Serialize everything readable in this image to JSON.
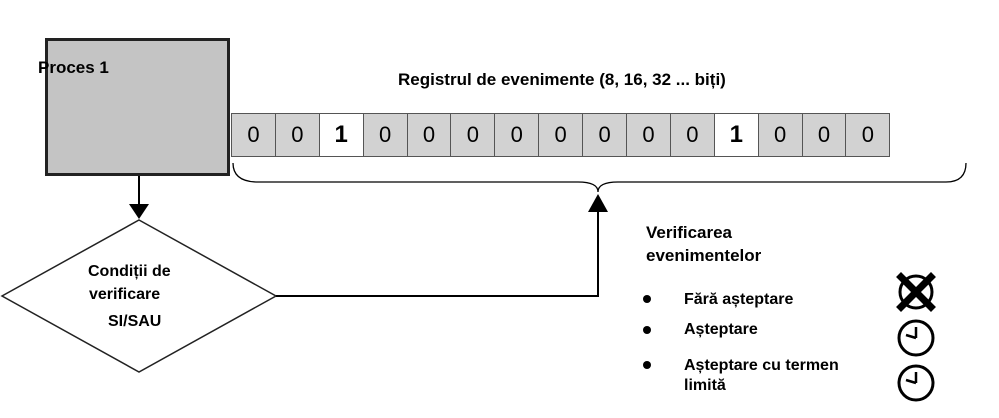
{
  "process": {
    "label": "Proces 1"
  },
  "register": {
    "title": "Registrul de evenimente (8, 16, 32 ... biți)",
    "bits": [
      "0",
      "0",
      "1",
      "0",
      "0",
      "0",
      "0",
      "0",
      "0",
      "0",
      "0",
      "1",
      "0",
      "0",
      "0"
    ]
  },
  "condition": {
    "line1": "Condiții de",
    "line2": "verificare",
    "line3": "SI/SAU"
  },
  "verification": {
    "title_line1": "Verificarea",
    "title_line2": "evenimentelor",
    "options": [
      {
        "label_line1": "Fără așteptare",
        "label_line2": "",
        "icon": "no-wait-icon"
      },
      {
        "label_line1": "Așteptare",
        "label_line2": "",
        "icon": "clock-icon"
      },
      {
        "label_line1": "Așteptare cu termen",
        "label_line2": "limită",
        "icon": "clock-icon"
      }
    ]
  }
}
